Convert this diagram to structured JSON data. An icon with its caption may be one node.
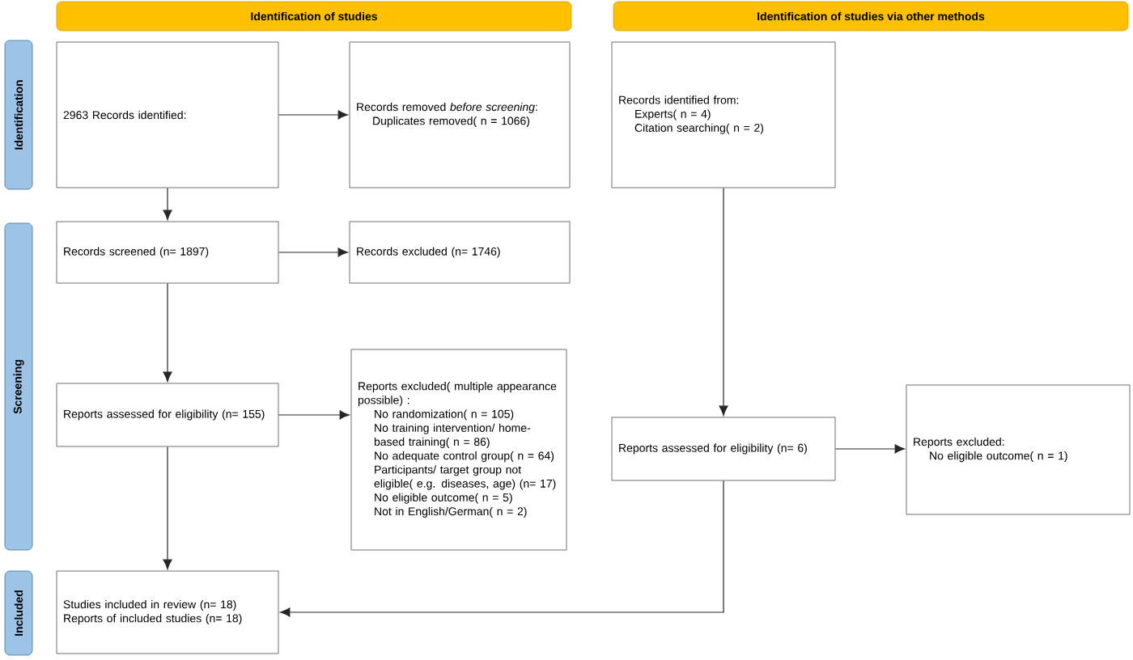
{
  "diagram": {
    "nodes": [
      {
        "text": [
          "Identification of studies"
        ]
      },
      {
        "text": [
          "Identification of studies via other methods"
        ]
      },
      {
        "text": [
          "Identification"
        ]
      },
      {
        "text": [
          "Screening"
        ]
      },
      {
        "text": [
          "Included"
        ]
      },
      {
        "text": [
          "2963 Records identified:"
        ]
      },
      {
        "text": [
          "Records removed *before screening*:",
          "Duplicates removed( n = 1066)"
        ]
      },
      {
        "text": [
          "Records identified from:",
          "Experts( n = 4)",
          "Citation searching( n = 2)"
        ]
      },
      {
        "text": [
          "Records screened (n= 1897)"
        ]
      },
      {
        "text": [
          "Records excluded (n= 1746)"
        ]
      },
      {
        "text": [
          "Reports assessed for eligibility (n= 155)"
        ]
      },
      {
        "text": [
          "Reports excluded( multiple appearance possible) :",
          "No randomization( n = 105)",
          "No training intervention/ home-based training( n = 86)",
          "No adequate control group( n = 64)",
          "Participants/ target group not eligible( e.g. diseases, age) (n= 17)",
          "No eligible outcome( n = 5)",
          "Not in English/German( n = 2)"
        ]
      },
      {
        "text": [
          "Reports assessed for eligibility (n= 6)"
        ]
      },
      {
        "text": [
          "Reports excluded:",
          "No eligible outcome( n = 1)"
        ]
      },
      {
        "text": [
          "Studies included in review (n= 18)",
          "Reports of included studies (n= 18)"
        ]
      }
    ],
    "edges": [
      {
        "from": 5,
        "to": 6,
        "arrow": "to"
      },
      {
        "from": 5,
        "to": 8,
        "arrow": "to"
      },
      {
        "from": 8,
        "to": 9,
        "arrow": "to"
      },
      {
        "from": 8,
        "to": 10,
        "arrow": "to"
      },
      {
        "from": 10,
        "to": 11,
        "arrow": "to"
      },
      {
        "from": 10,
        "to": 14,
        "arrow": "to"
      },
      {
        "from": 7,
        "to": 12,
        "arrow": "to"
      },
      {
        "from": 12,
        "to": 13,
        "arrow": "to"
      },
      {
        "from": 12,
        "to": 14,
        "arrow": "to"
      }
    ]
  }
}
